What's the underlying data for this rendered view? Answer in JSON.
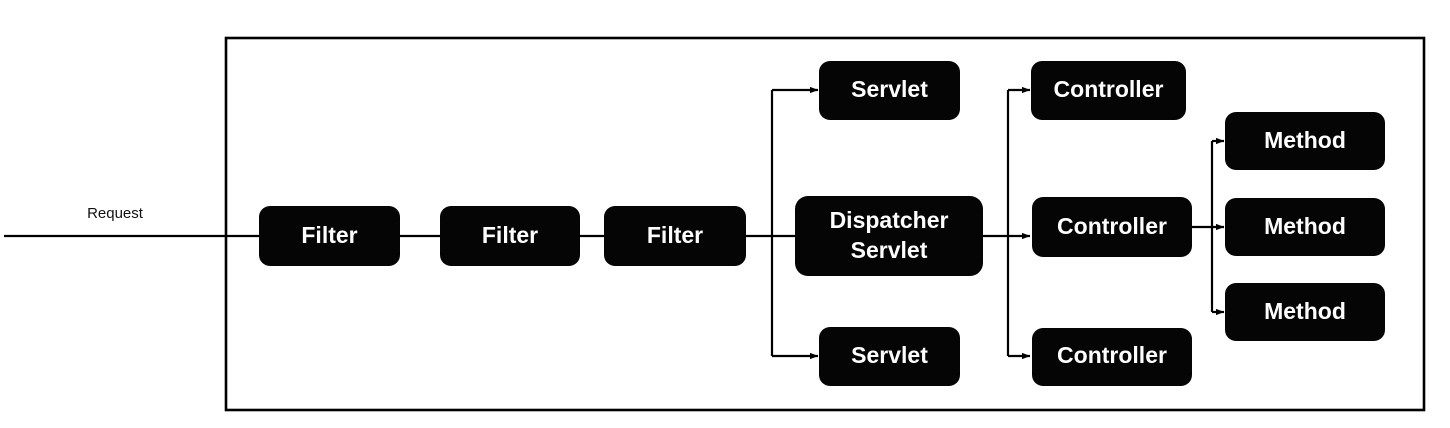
{
  "diagram": {
    "title_label": "Request",
    "container": {
      "name": "web-container-boundary"
    },
    "colors": {
      "node_fill": "#050505",
      "node_text": "#ffffff",
      "edge": "#000000",
      "background": "#ffffff",
      "label_text": "#111111"
    },
    "nodes": {
      "filters": [
        {
          "label": "Filter"
        },
        {
          "label": "Filter"
        },
        {
          "label": "Filter"
        }
      ],
      "servlet_top": {
        "label": "Servlet"
      },
      "dispatcher_servlet": {
        "label_line1": "Dispatcher",
        "label_line2": "Servlet"
      },
      "servlet_bottom": {
        "label": "Servlet"
      },
      "controllers": [
        {
          "label": "Controller"
        },
        {
          "label": "Controller"
        },
        {
          "label": "Controller"
        }
      ],
      "methods": [
        {
          "label": "Method"
        },
        {
          "label": "Method"
        },
        {
          "label": "Method"
        }
      ]
    }
  }
}
